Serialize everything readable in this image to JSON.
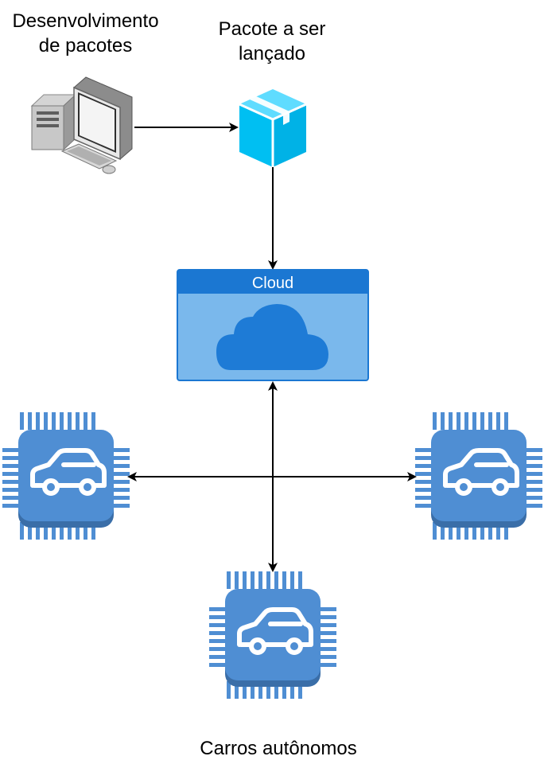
{
  "labels": {
    "developer": "Desenvolvimento de pacotes",
    "package": "Pacote a ser lançado",
    "cloud": "Cloud",
    "cars": "Carros autônomos"
  },
  "icons": {
    "developer": "computer-icon",
    "package": "package-box-icon",
    "cloud": "cloud-icon",
    "car_chip": "car-chip-icon"
  },
  "colors": {
    "cloud_header": "#1b77d2",
    "cloud_body": "#7ab8ec",
    "cloud_border": "#1b77d2",
    "cloud_shape": "#1e7bd6",
    "package": "#00bff2",
    "chip": "#4f8ed3",
    "chip_shadow": "#3a6ea8",
    "arrow": "#000000"
  }
}
